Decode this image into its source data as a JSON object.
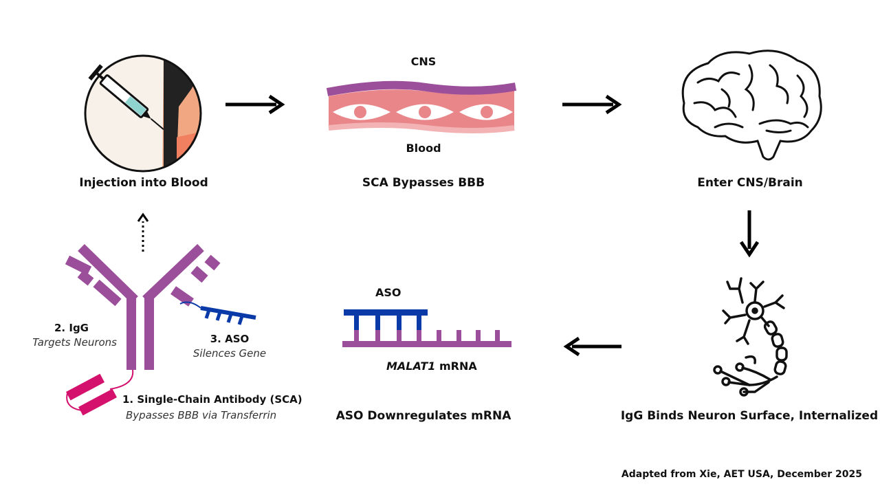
{
  "steps": {
    "injection": "Injection into Blood",
    "bypass": "SCA Bypasses BBB",
    "enter": "Enter CNS/Brain",
    "binds": "IgG Binds Neuron Surface, Internalized",
    "downregulates": "ASO Downregulates mRNA"
  },
  "barrier": {
    "top_label": "CNS",
    "bottom_label": "Blood"
  },
  "mrna": {
    "aso_label": "ASO",
    "gene": "MALAT1",
    "suffix": " mRNA"
  },
  "antibody": {
    "igg_title": "2. IgG",
    "igg_sub": "Targets Neurons",
    "aso_title": "3. ASO",
    "aso_sub": "Silences Gene",
    "sca_title": "1. Single-Chain Antibody (SCA)",
    "sca_sub": "Bypasses BBB via Transferrin"
  },
  "credit": "Adapted from Xie, AET USA, December 2025",
  "colors": {
    "purple": "#9b4f9a",
    "magenta": "#d4126e",
    "blue": "#0a3aa8",
    "pink": "#e9868a",
    "skin": "#f1a882"
  }
}
